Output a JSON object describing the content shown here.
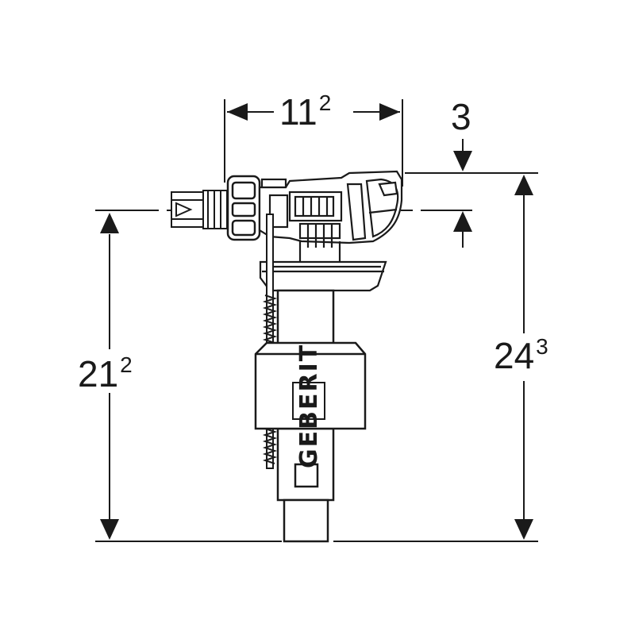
{
  "dimensions": {
    "top_width": {
      "main": "11",
      "sup": "2"
    },
    "top_offset": {
      "main": "3",
      "sup": ""
    },
    "left_height": {
      "main": "21",
      "sup": "2"
    },
    "right_height": {
      "main": "24",
      "sup": "3"
    }
  },
  "logo": {
    "text": "GEBERIT"
  },
  "colors": {
    "line": "#1a1a1a",
    "part_dark": "#2a2a2a",
    "part_light": "#ffffff",
    "part_gray": "#bdbdbd"
  }
}
